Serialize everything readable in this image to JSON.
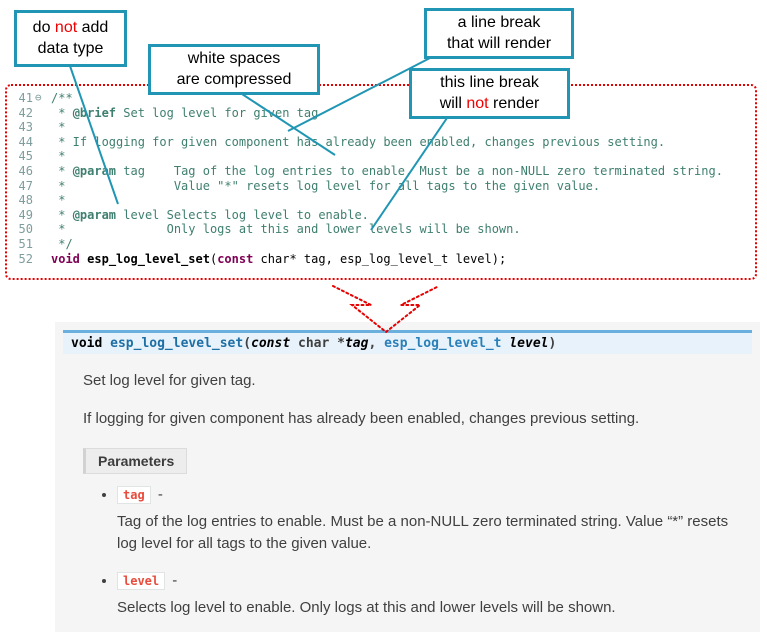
{
  "callouts": {
    "no_datatype": {
      "l1a": "do ",
      "l1b": "not",
      "l1c": " add",
      "l2": "data type"
    },
    "whitespace": {
      "l1": "white spaces",
      "l2": "are compressed"
    },
    "break_render": {
      "l1": "a line break",
      "l2": "that will render"
    },
    "break_norender": {
      "l1": "this line break",
      "l2a": "will ",
      "l2b": "not",
      "l2c": " render"
    }
  },
  "code": {
    "lines": [
      {
        "num": "41",
        "fold": "⊖",
        "segments": [
          {
            "t": "/**",
            "c": "comment"
          }
        ]
      },
      {
        "num": "42",
        "segments": [
          {
            "t": " * ",
            "c": "comment"
          },
          {
            "t": "@brief",
            "c": "tag"
          },
          {
            "t": " Set log level for given tag",
            "c": "comment"
          }
        ]
      },
      {
        "num": "43",
        "segments": [
          {
            "t": " *",
            "c": "comment"
          }
        ]
      },
      {
        "num": "44",
        "segments": [
          {
            "t": " * If logging for given component has already been enabled, changes previous setting.",
            "c": "comment"
          }
        ]
      },
      {
        "num": "45",
        "segments": [
          {
            "t": " *",
            "c": "comment"
          }
        ]
      },
      {
        "num": "46",
        "segments": [
          {
            "t": " * ",
            "c": "comment"
          },
          {
            "t": "@param",
            "c": "tag"
          },
          {
            "t": " tag    Tag of the log entries to enable. Must be a non-NULL zero terminated string.",
            "c": "comment"
          }
        ]
      },
      {
        "num": "47",
        "segments": [
          {
            "t": " *               Value \"*\" resets log level for all tags to the given value.",
            "c": "comment"
          }
        ]
      },
      {
        "num": "48",
        "segments": [
          {
            "t": " *",
            "c": "comment"
          }
        ]
      },
      {
        "num": "49",
        "segments": [
          {
            "t": " * ",
            "c": "comment"
          },
          {
            "t": "@param",
            "c": "tag"
          },
          {
            "t": " level Selects log level to enable.",
            "c": "comment"
          }
        ]
      },
      {
        "num": "50",
        "segments": [
          {
            "t": " *              Only logs at this and lower levels will be shown.",
            "c": "comment"
          }
        ]
      },
      {
        "num": "51",
        "segments": [
          {
            "t": " */",
            "c": "comment"
          }
        ]
      },
      {
        "num": "52",
        "segments": [
          {
            "t": "void",
            "c": "kw"
          },
          {
            "t": " ",
            "c": "plain"
          },
          {
            "t": "esp_log_level_set",
            "c": "fn"
          },
          {
            "t": "(",
            "c": "plain"
          },
          {
            "t": "const",
            "c": "kw"
          },
          {
            "t": " char* tag, esp_log_level_t level);",
            "c": "plain"
          }
        ]
      }
    ]
  },
  "docs": {
    "signature": [
      {
        "t": "void",
        "c": "kw"
      },
      {
        "t": " ",
        "c": "plain"
      },
      {
        "t": "esp_log_level_set",
        "c": "name"
      },
      {
        "t": "(",
        "c": "plain"
      },
      {
        "t": "const",
        "c": "kwi"
      },
      {
        "t": " char *",
        "c": "plain"
      },
      {
        "t": "tag",
        "c": "param"
      },
      {
        "t": ", ",
        "c": "plain"
      },
      {
        "t": "esp_log_level_t",
        "c": "link"
      },
      {
        "t": " ",
        "c": "plain"
      },
      {
        "t": "level",
        "c": "param"
      },
      {
        "t": ")",
        "c": "plain"
      }
    ],
    "para1": "Set log level for given tag.",
    "para2": "If logging for given component has already been enabled, changes previous setting.",
    "params_label": "Parameters",
    "param_dash": "-",
    "params": [
      {
        "name": "tag",
        "desc": "Tag of the log entries to enable. Must be a non-NULL zero terminated string. Value “*” resets log level for all tags to the given value."
      },
      {
        "name": "level",
        "desc": "Selects log level to enable. Only logs at this and lower levels will be shown."
      }
    ]
  },
  "colors": {
    "callout_border": "#2096b4",
    "dotted_red": "#e60000",
    "sig_background": "#e7f2fa",
    "sig_border": "#6ab0de",
    "literal_red": "#e74c3c"
  }
}
